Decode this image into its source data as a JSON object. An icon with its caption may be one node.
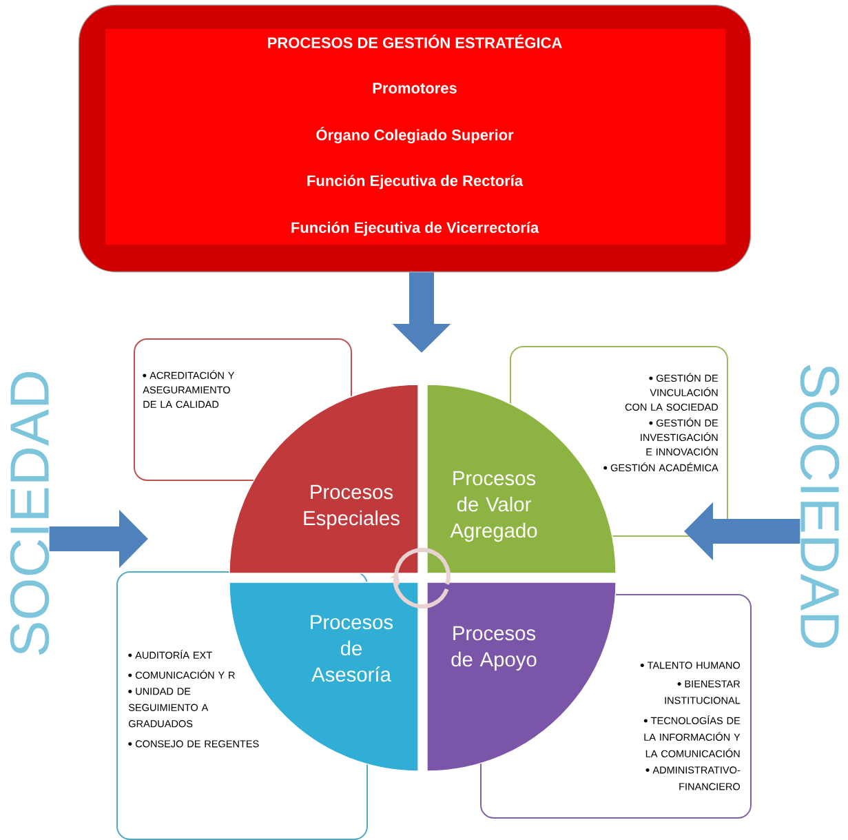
{
  "diagram": {
    "nodes": [
      {
        "text": [
          "PROCESOS DE GESTIÓN ESTRATÉGICA",
          "Promotores",
          "Órgano Colegiado Superior",
          "Función Ejecutiva de Rectoría",
          "Función Ejecutiva de Vicerrectoría"
        ]
      },
      {
        "text": [
          "ACREDITACIÓN Y ASEGURAMIENTO DE LA CALIDAD"
        ]
      },
      {
        "text": [
          "GESTIÓN DE VINCULACIÓN CON LA SOCIEDAD",
          "GESTIÓN DE INVESTIGACIÓN E INNOVACIÓN",
          "GESTIÓN ACADÉMICA"
        ]
      },
      {
        "text": [
          "Procesos Especiales"
        ]
      },
      {
        "text": [
          "Procesos de Valor Agregado"
        ]
      },
      {
        "text": [
          "SOCIEDAD"
        ]
      },
      {
        "text": [
          "SOCIEDAD"
        ]
      },
      {
        "text": [
          "AUDITORÍA EXT",
          "COMUNICACIÓN Y R",
          "UNIDAD DE SEGUIMIENTO A GRADUADOS",
          "CONSEJO DE REGENTES"
        ]
      },
      {
        "text": [
          "Procesos de Asesoría"
        ]
      },
      {
        "text": [
          "Procesos de Apoyo"
        ]
      },
      {
        "text": [
          "TALENTO HUMANO",
          "BIENESTAR INSTITUCIONAL",
          "TECNOLOGÍAS DE LA INFORMACIÓN Y LA COMUNICACIÓN",
          "ADMINISTRATIVO-FINANCIERO"
        ]
      }
    ],
    "edges": [
      {
        "from": 0,
        "to": null,
        "arrow": "to"
      },
      {
        "from": 5,
        "to": null,
        "arrow": "to"
      },
      {
        "from": 6,
        "to": 2,
        "arrow": "to"
      }
    ]
  }
}
